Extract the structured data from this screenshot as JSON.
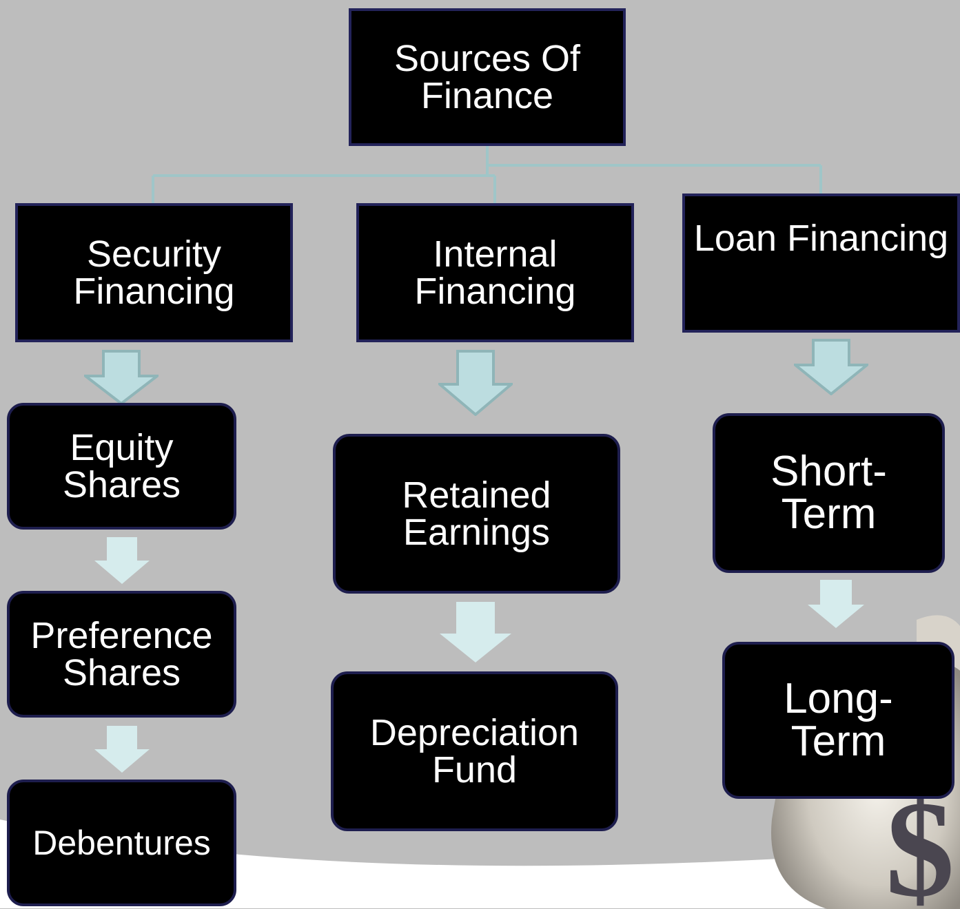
{
  "root": {
    "line1": "Sources Of",
    "line2": "Finance"
  },
  "categories": [
    {
      "line1": "Security",
      "line2": "Financing"
    },
    {
      "line1": "Internal",
      "line2": "Financing"
    },
    {
      "line1": "Loan Financing"
    }
  ],
  "security_items": [
    {
      "line1": "Equity",
      "line2": "Shares"
    },
    {
      "line1": "Preference",
      "line2": "Shares"
    },
    {
      "line1": "Debentures"
    }
  ],
  "internal_items": [
    {
      "line1": "Retained",
      "line2": "Earnings"
    },
    {
      "line1": "Depreciation",
      "line2": "Fund"
    }
  ],
  "loan_items": [
    {
      "line1": "Short-",
      "line2": "Term"
    },
    {
      "line1": "Long-",
      "line2": "Term"
    }
  ],
  "bag_symbol": "$",
  "colors": {
    "background": "#bdbdbd",
    "box_fill": "#000000",
    "box_border": "#23235a",
    "connector": "#9fc6c8",
    "arrow_fill": "#bcdde0",
    "arrow_fill_light": "#d6eced"
  }
}
